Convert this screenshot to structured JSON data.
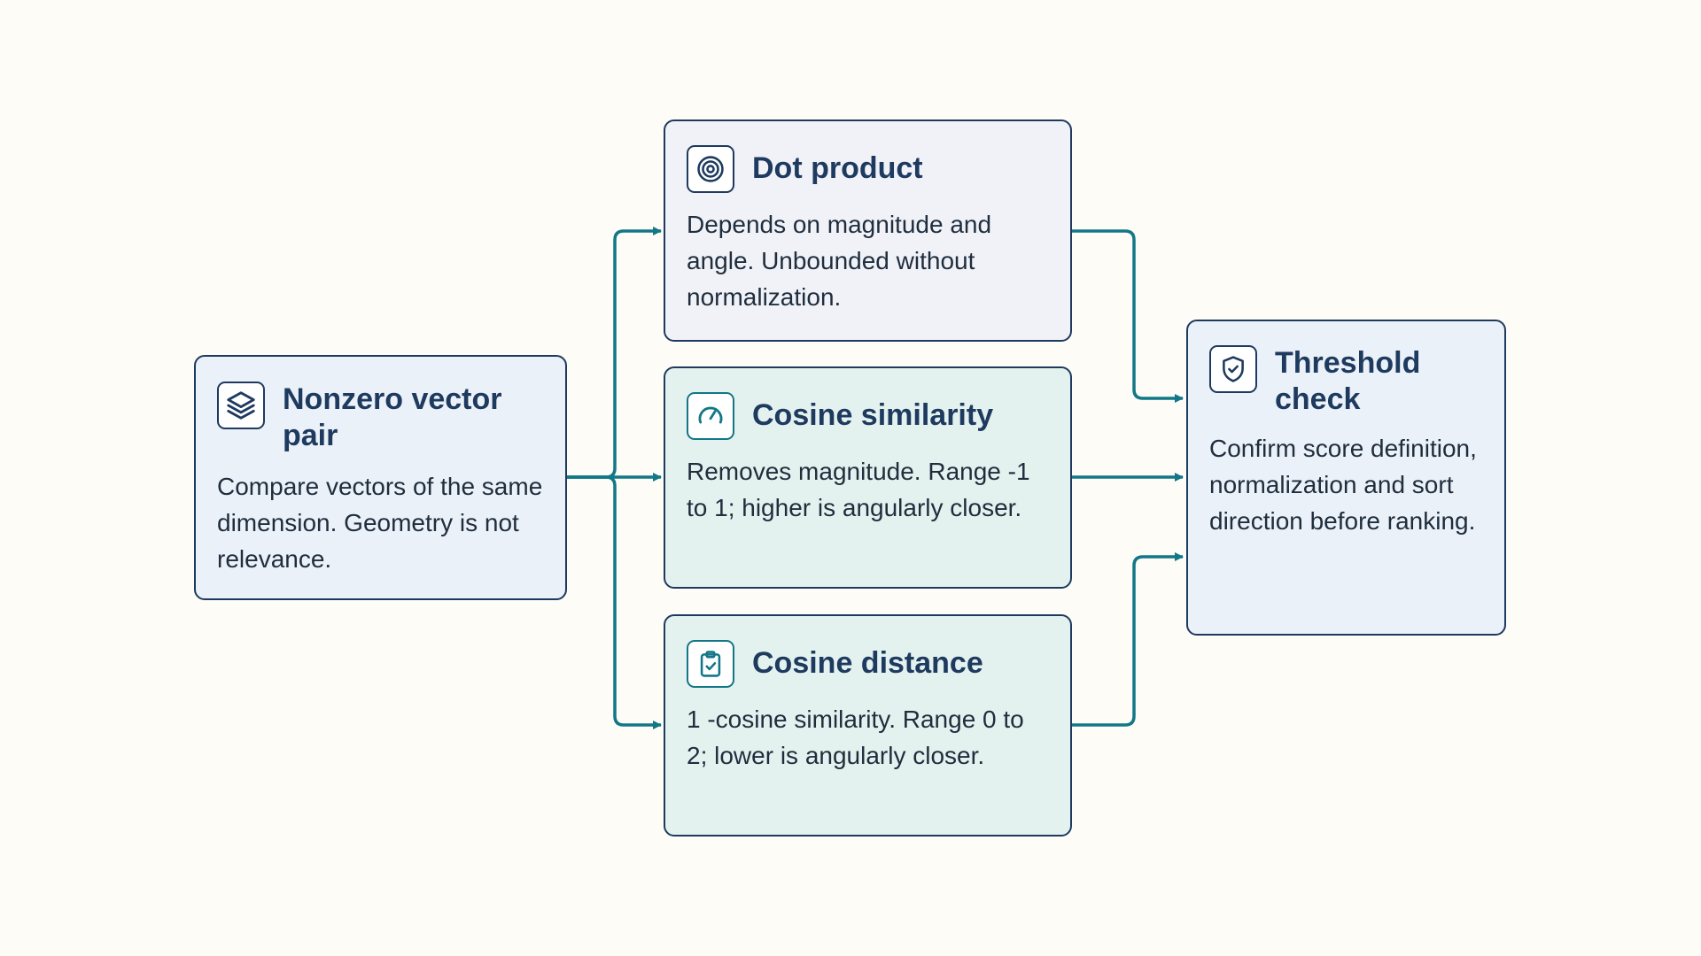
{
  "diagram": {
    "nodes": [
      {
        "id": "source",
        "icon": "layers-icon",
        "title": "Nonzero vector pair",
        "body": "Compare vectors of the same dimension. Geometry is not relevance."
      },
      {
        "id": "dot",
        "icon": "target-icon",
        "title": "Dot product",
        "body": "Depends on magnitude and angle. Unbounded without normalization."
      },
      {
        "id": "cos_sim",
        "icon": "gauge-icon",
        "title": "Cosine similarity",
        "body": "Removes magnitude. Range -1 to 1; higher is angularly closer."
      },
      {
        "id": "cos_dist",
        "icon": "clipboard-check-icon",
        "title": "Cosine distance",
        "body": "1 -cosine similarity. Range 0 to 2; lower is angularly closer."
      },
      {
        "id": "threshold",
        "icon": "shield-check-icon",
        "title": "Threshold check",
        "body": "Confirm score definition, normalization and sort direction before ranking."
      }
    ],
    "edges": [
      {
        "from": "source",
        "to": "dot"
      },
      {
        "from": "source",
        "to": "cos_sim"
      },
      {
        "from": "source",
        "to": "cos_dist"
      },
      {
        "from": "dot",
        "to": "threshold"
      },
      {
        "from": "cos_sim",
        "to": "threshold"
      },
      {
        "from": "cos_dist",
        "to": "threshold"
      }
    ],
    "colors": {
      "background": "#fdfcf7",
      "border": "#1e3a5f",
      "connector": "#127787",
      "source_fill": "#eaf1f8",
      "dot_fill": "#f0f2f8",
      "cosine_fill": "#e4f2ef",
      "threshold_fill": "#eaf1f8"
    }
  }
}
